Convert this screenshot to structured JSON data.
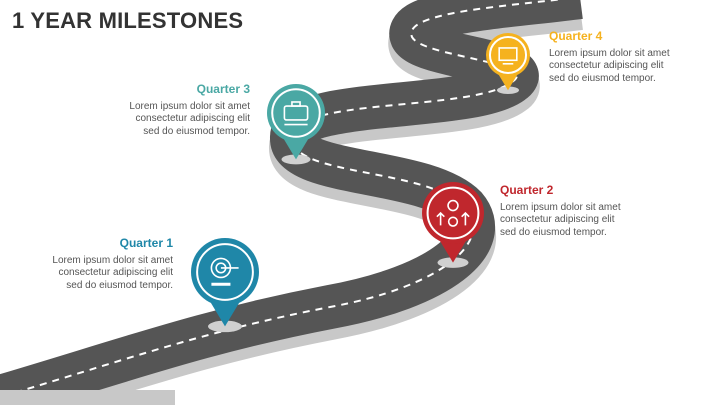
{
  "title": "1 YEAR MILESTONES",
  "colors": {
    "q1": "#1f87a8",
    "q2": "#c0272d",
    "q3": "#4aa8a4",
    "q4": "#f5b21f",
    "road": "#555555",
    "shadow": "#c8c8c8"
  },
  "milestones": [
    {
      "label": "Quarter 1",
      "icon": "target-dollar-team-icon",
      "lines": [
        "Lorem ipsum dolor sit amet",
        "consectetur adipiscing elit",
        "sed do eiusmod tempor."
      ]
    },
    {
      "label": "Quarter 2",
      "icon": "idea-growth-gear-icon",
      "lines": [
        "Lorem ipsum dolor sit amet",
        "consectetur adipiscing elit",
        "sed do eiusmod tempor."
      ]
    },
    {
      "label": "Quarter 3",
      "icon": "briefcase-handshake-icon",
      "lines": [
        "Lorem ipsum dolor sit amet",
        "consectetur adipiscing elit",
        "sed do eiusmod tempor."
      ]
    },
    {
      "label": "Quarter 4",
      "icon": "presentation-board-icon",
      "lines": [
        "Lorem ipsum dolor sit amet",
        "consectetur adipiscing elit",
        "sed do eiusmod tempor."
      ]
    }
  ]
}
